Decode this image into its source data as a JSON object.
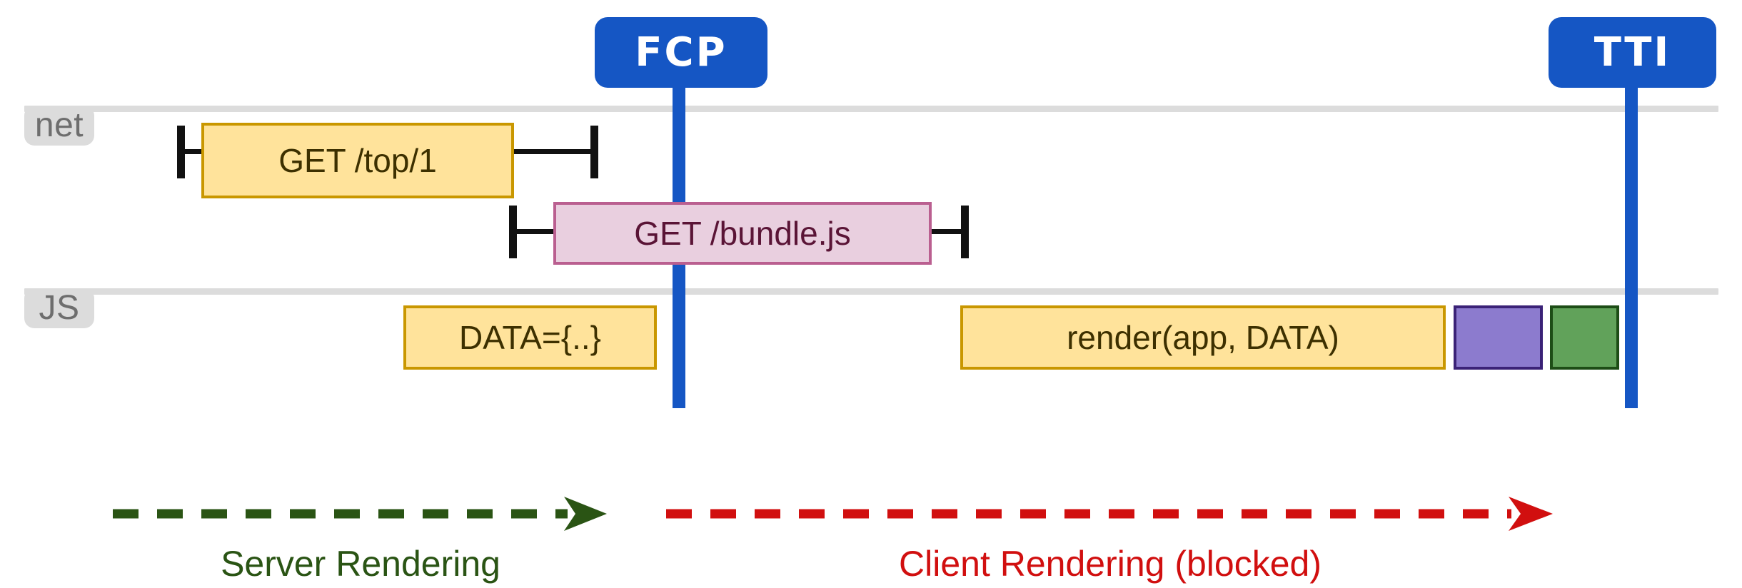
{
  "diagram": {
    "title": "SSR timeline: server rendering vs blocked client rendering",
    "colors": {
      "milestone_blue": "#1556c4",
      "lane_gray": "#dcdcdc",
      "lane_label_text": "#6e6e6e",
      "task_yellow_fill": "#ffe39b",
      "task_yellow_border": "#c99700",
      "task_pink_fill": "#e9cfdf",
      "task_pink_border": "#ba5f90",
      "task_purple_fill": "#8c7bce",
      "task_purple_border": "#3b2277",
      "task_green_fill": "#61a25a",
      "task_green_border": "#1d4d16",
      "server_phase_green": "#2a5414",
      "client_phase_red": "#d10f0f",
      "whisker_black": "#111111"
    }
  },
  "lanes": [
    {
      "id": "net",
      "label": "net"
    },
    {
      "id": "js",
      "label": "JS"
    }
  ],
  "milestones": [
    {
      "id": "fcp",
      "label": "FCP"
    },
    {
      "id": "tti",
      "label": "TTI"
    }
  ],
  "tasks": [
    {
      "id": "get-top",
      "lane": "net",
      "label": "GET /top/1",
      "style": "yellow"
    },
    {
      "id": "get-bundle",
      "lane": "net",
      "label": "GET /bundle.js",
      "style": "pink"
    },
    {
      "id": "data-assign",
      "lane": "js",
      "label": "DATA={..}",
      "style": "yellow"
    },
    {
      "id": "render-app",
      "lane": "js",
      "label": "render(app, DATA)",
      "style": "yellow"
    },
    {
      "id": "task-purple",
      "lane": "js",
      "label": "",
      "style": "purple"
    },
    {
      "id": "task-green",
      "lane": "js",
      "label": "",
      "style": "green"
    }
  ],
  "phases": [
    {
      "id": "server-rendering",
      "label": "Server Rendering",
      "color": "#2a5414"
    },
    {
      "id": "client-rendering",
      "label": "Client Rendering (blocked)",
      "color": "#d10f0f"
    }
  ]
}
